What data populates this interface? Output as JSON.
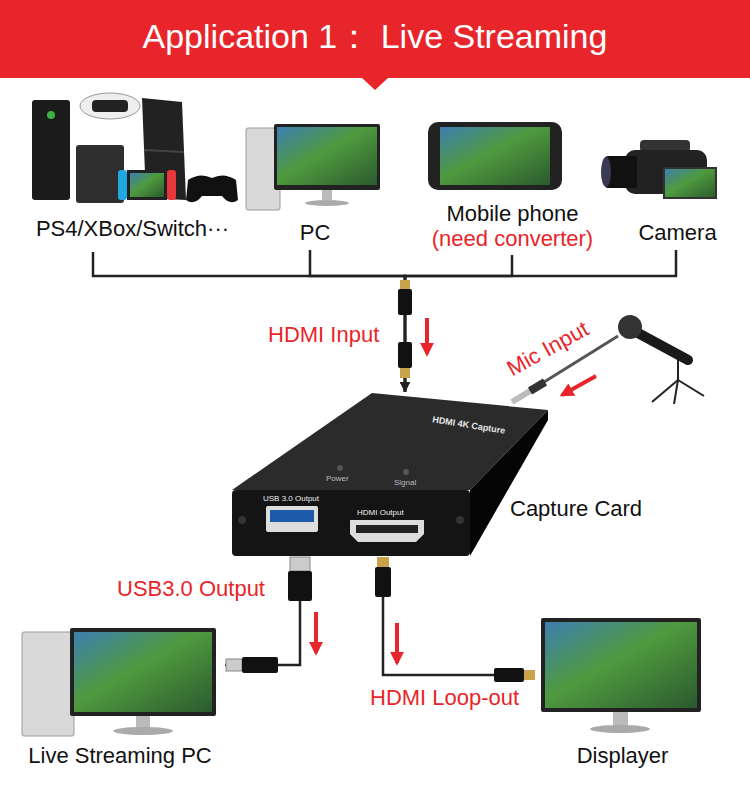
{
  "diagram": {
    "title": "Application 1： Live Streaming",
    "nodes": [
      {
        "text": [
          "PS4/XBox/Switch···"
        ]
      },
      {
        "text": [
          "PC"
        ]
      },
      {
        "text": [
          "Mobile phone",
          "(need converter)"
        ]
      },
      {
        "text": [
          "Camera"
        ]
      },
      {
        "text": [
          "Capture Card"
        ]
      },
      {
        "text": [
          "Live Streaming PC"
        ]
      },
      {
        "text": [
          "Displayer"
        ]
      }
    ],
    "edges": [
      {
        "from": 0,
        "to": 4,
        "arrow": "to"
      },
      {
        "from": 1,
        "to": 4,
        "arrow": "to"
      },
      {
        "from": 2,
        "to": 4,
        "arrow": "to"
      },
      {
        "from": 3,
        "to": 4,
        "arrow": "to"
      },
      {
        "from": 4,
        "to": 5,
        "label": "USB3.0 Output",
        "arrow": "to"
      },
      {
        "from": 4,
        "to": 6,
        "label": "HDMI Loop-out",
        "arrow": "to"
      }
    ],
    "labels": [
      "HDMI Input",
      "Mic Input",
      "HDMI 4K Capture",
      "Power",
      "Signal",
      "USB 3.0 Output",
      "HDMI Output"
    ]
  }
}
